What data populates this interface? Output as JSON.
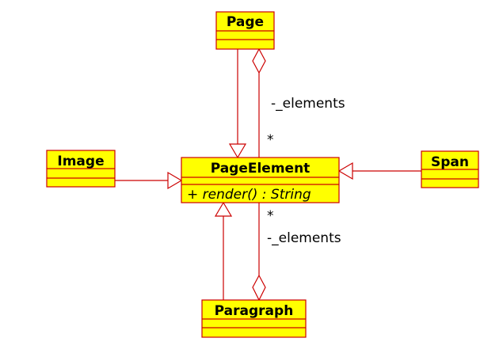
{
  "classes": {
    "page": {
      "name": "Page"
    },
    "page_element": {
      "name": "PageElement",
      "operation": "+ render() : String"
    },
    "image": {
      "name": "Image"
    },
    "span": {
      "name": "Span"
    },
    "paragraph": {
      "name": "Paragraph"
    }
  },
  "associations": {
    "page_elements": {
      "role": "-_elements",
      "multiplicity": "*"
    },
    "paragraph_elements": {
      "role": "-_elements",
      "multiplicity": "*"
    }
  },
  "colors": {
    "class_fill": "#ffff00",
    "line": "#cc0000"
  }
}
